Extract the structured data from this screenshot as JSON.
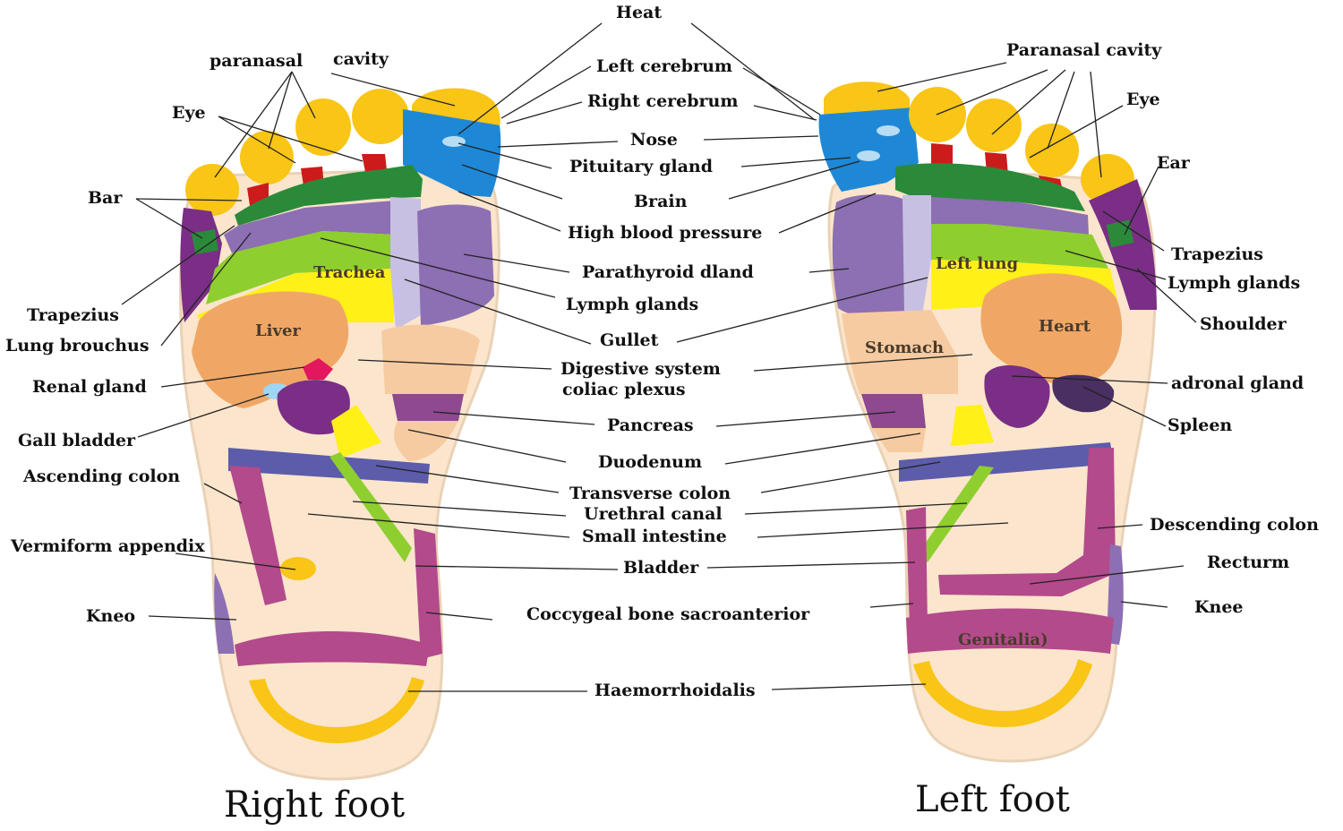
{
  "titles": {
    "right_foot": "Right foot",
    "left_foot": "Left foot"
  },
  "colors": {
    "sole": "#fbe5cc",
    "outline": "#e9d2b6",
    "toe": "#f9c516",
    "blue": "#1e88d6",
    "red": "#cc1b1b",
    "green_dark": "#2b8a3a",
    "green_light": "#8fce2f",
    "yellow": "#fff017",
    "lavender": "#8d6fb3",
    "purple": "#7a2e86",
    "orange": "#f0a766",
    "peach": "#f6cba1",
    "magenta": "#b34a8b",
    "indigo": "#5c5cab",
    "pink": "#e2175e",
    "lightblue": "#9fd6f4"
  },
  "center_labels": {
    "heat": "Heat",
    "left_cerebrum": "Left cerebrum",
    "right_cerebrum": "Right cerebrum",
    "nose": "Nose",
    "pituitary_gland": "Pituitary gland",
    "brain": "Brain",
    "high_blood_pressure": "High blood pressure",
    "parathyroid_dland": "Parathyroid dland",
    "lymph_glands": "Lymph glands",
    "gullet": "Gullet",
    "digestive_system": "Digestive system",
    "coliac_plexus": "coliac plexus",
    "pancreas": "Pancreas",
    "duodenum": "Duodenum",
    "transverse_colon": "Transverse colon",
    "urethral_canal": "Urethral canal",
    "small_intestine": "Small intestine",
    "bladder": "Bladder",
    "coccygeal": "Coccygeal bone sacroanterior",
    "haemorrhoidalis": "Haemorrhoidalis"
  },
  "right_foot_labels": {
    "paranasal": "paranasal",
    "cavity": "cavity",
    "eye": "Eye",
    "ear": "Bar",
    "trapezius": "Trapezius",
    "lung_brouchus": "Lung brouchus",
    "renal_gland": "Renal gland",
    "gall_bladder": "Gall bladder",
    "ascending_colon": "Ascending colon",
    "vermiform_appendix": "Vermiform appendix",
    "knee": "Kneo",
    "trachea": "Trachea",
    "liver": "Liver"
  },
  "left_foot_labels": {
    "paranasal_cavity": "Paranasal cavity",
    "eye": "Eye",
    "ear": "Ear",
    "trapezius": "Trapezius",
    "lymph_glands": "Lymph glands",
    "shoulder": "Shoulder",
    "adronal_gland": "adronal gland",
    "spleen": "Spleen",
    "descending_colon": "Descending colon",
    "recturm": "Recturm",
    "knee": "Knee",
    "left_lung": "Left lung",
    "heart": "Heart",
    "stomach": "Stomach",
    "genitalia": "Genitalia)"
  }
}
